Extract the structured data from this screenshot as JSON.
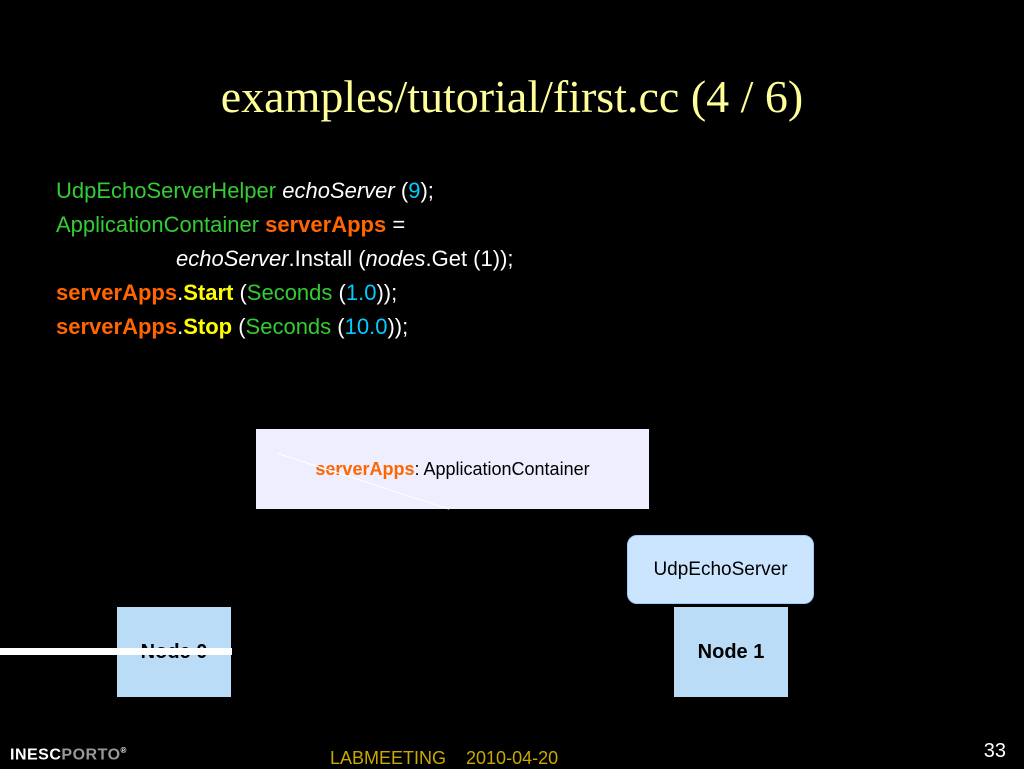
{
  "slide": {
    "title": "examples/tutorial/first.cc (4 / 6)",
    "page_number": "33",
    "footer": "LABMEETING    2010-04-20"
  },
  "code": {
    "line1": {
      "cls": "UdpEchoServerHelper ",
      "var": "echoServer",
      "open": " (",
      "arg": "9",
      "close": ");"
    },
    "line2": {
      "cls": "ApplicationContainer ",
      "var": "serverApps",
      "rest": " ="
    },
    "line3": {
      "obj": "echoServer",
      "call": ".Install (",
      "arg": "nodes",
      "rest": ".Get (1));"
    },
    "line4": {
      "var": "serverApps",
      "dot": ".",
      "method": "Start",
      "open": " (",
      "fn": "Seconds",
      "open2": " (",
      "num": "1.0",
      "close": "));"
    },
    "line5": {
      "var": "serverApps",
      "dot": ".",
      "method": "Stop",
      "open": " (",
      "fn": "Seconds",
      "open2": " (",
      "num": "10.0",
      "close": "));"
    }
  },
  "diagram": {
    "container_name": "serverApps",
    "container_type": ": ApplicationContainer",
    "server_label": "UdpEchoServer",
    "node0_label": "Node 0",
    "node1_label": "Node 1"
  },
  "logo": {
    "part1": "INESC",
    "part2": "PORTO",
    "mark": "®"
  },
  "colors": {
    "background": "#000000",
    "title": "#ffff99",
    "keyword_green": "#33cc33",
    "number_cyan": "#00ccff",
    "variable_orange": "#ff6600",
    "method_yellow": "#ffff00",
    "footer": "#c9a800"
  }
}
